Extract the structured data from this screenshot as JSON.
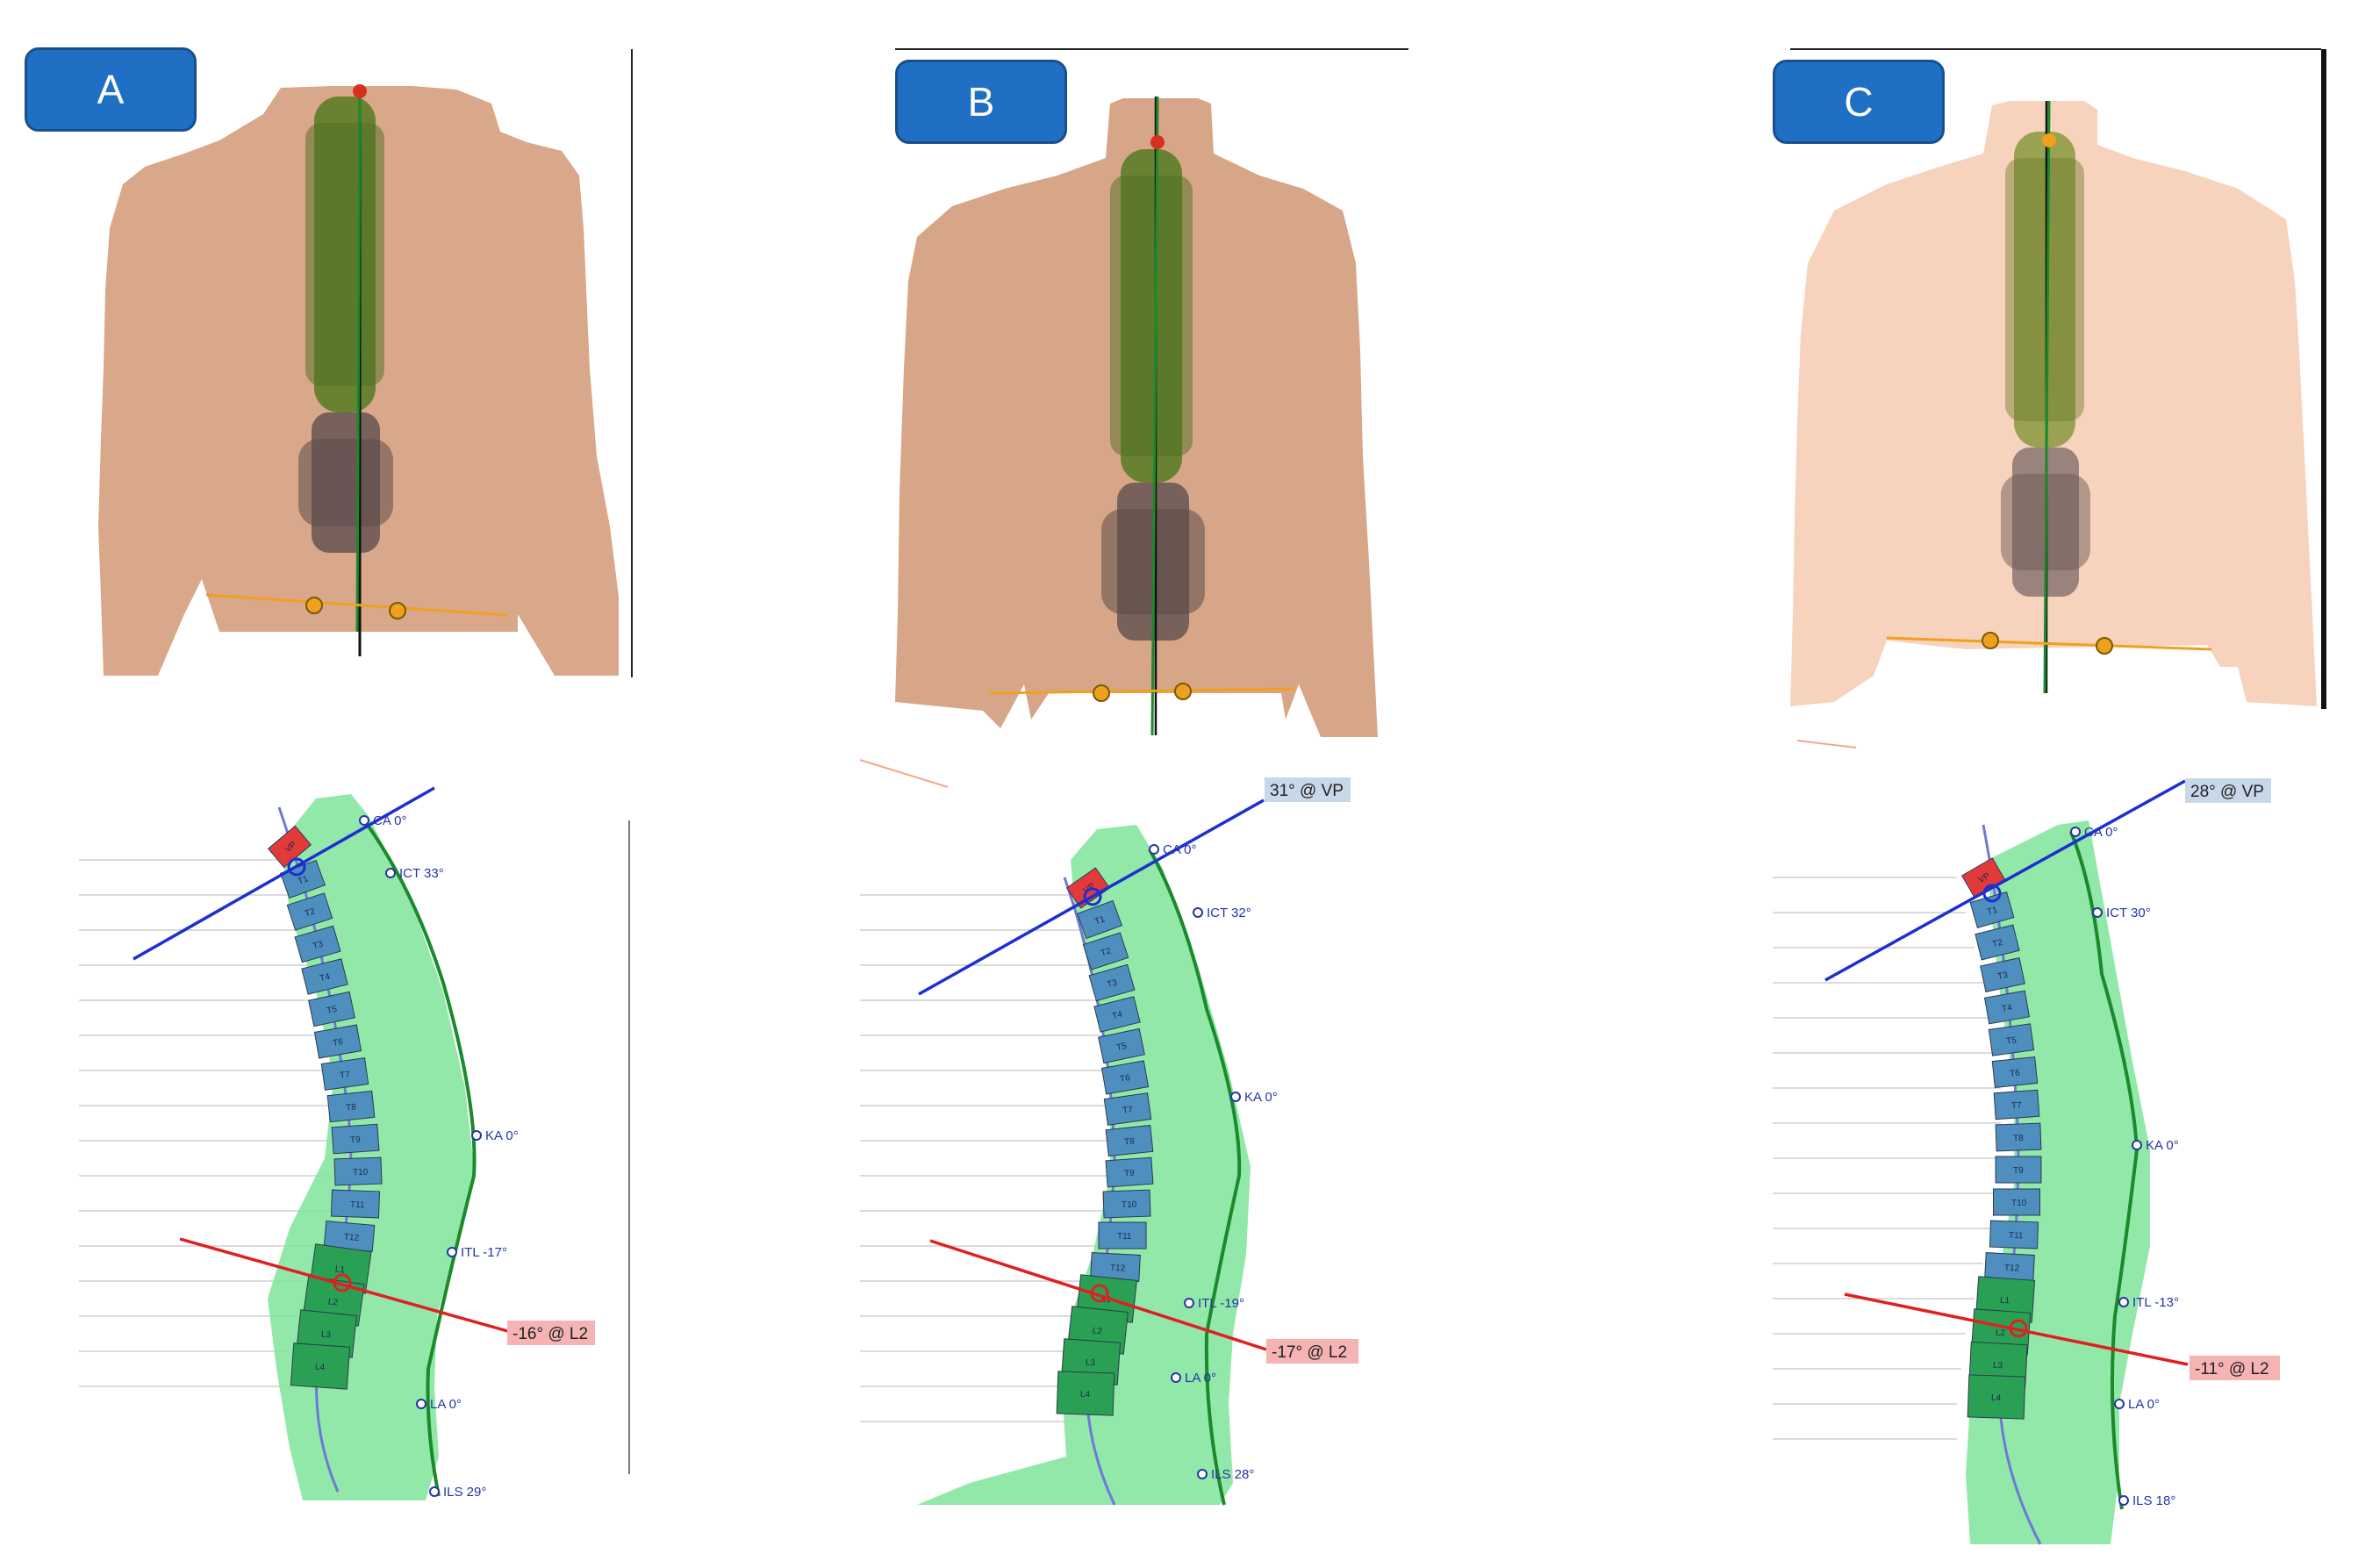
{
  "panels": [
    {
      "id": "A",
      "badge": "A",
      "thoracic_angle": "",
      "lumbar_angle": "-16° @ L2",
      "landmarks": [
        {
          "key": "ca",
          "label": "CA 0°"
        },
        {
          "key": "ict",
          "label": "ICT 33°"
        },
        {
          "key": "ka",
          "label": "KA 0°"
        },
        {
          "key": "itl",
          "label": "ITL -17°"
        },
        {
          "key": "la",
          "label": "LA 0°"
        },
        {
          "key": "ils",
          "label": "ILS 29°"
        }
      ]
    },
    {
      "id": "B",
      "badge": "B",
      "thoracic_angle": "31° @ VP",
      "lumbar_angle": "-17° @ L2",
      "landmarks": [
        {
          "key": "ca",
          "label": "CA 0°"
        },
        {
          "key": "ict",
          "label": "ICT 32°"
        },
        {
          "key": "ka",
          "label": "KA 0°"
        },
        {
          "key": "itl",
          "label": "ITL -19°"
        },
        {
          "key": "la",
          "label": "LA 0°"
        },
        {
          "key": "ils",
          "label": "ILS 28°"
        }
      ]
    },
    {
      "id": "C",
      "badge": "C",
      "thoracic_angle": "28° @ VP",
      "lumbar_angle": "-11° @ L2",
      "landmarks": [
        {
          "key": "ca",
          "label": "CA 0°"
        },
        {
          "key": "ict",
          "label": "ICT 30°"
        },
        {
          "key": "ka",
          "label": "KA 0°"
        },
        {
          "key": "itl",
          "label": "ITL -13°"
        },
        {
          "key": "la",
          "label": "LA 0°"
        },
        {
          "key": "ils",
          "label": "ILS 18°"
        }
      ]
    }
  ],
  "vertebrae": [
    "VP",
    "T1",
    "T2",
    "T3",
    "T4",
    "T5",
    "T6",
    "T7",
    "T8",
    "T9",
    "T10",
    "T11",
    "T12",
    "L1",
    "L2",
    "L3",
    "L4"
  ],
  "colors": {
    "badge": "#1f6fc4",
    "skin_a": "#d9a78a",
    "skin_b": "#d7a688",
    "skin_c": "#f7d2bd",
    "spine_thoracic": "#5f7f2a",
    "spine_lumbar": "#6d5a55",
    "pelvis_line": "#f0a020",
    "thoracic_vertebra": "#4f8fc0",
    "lumbar_vertebra": "#2aa055",
    "vp_vertebra": "#e23a3a",
    "surface_points": "#7fe49a",
    "profile_line": "#1a8a2a",
    "thoracic_line": "#1d2fd0",
    "lumbar_line": "#e02020",
    "angle_box_blue": "#c8d8ea",
    "angle_box_red": "#f6b3b3"
  }
}
